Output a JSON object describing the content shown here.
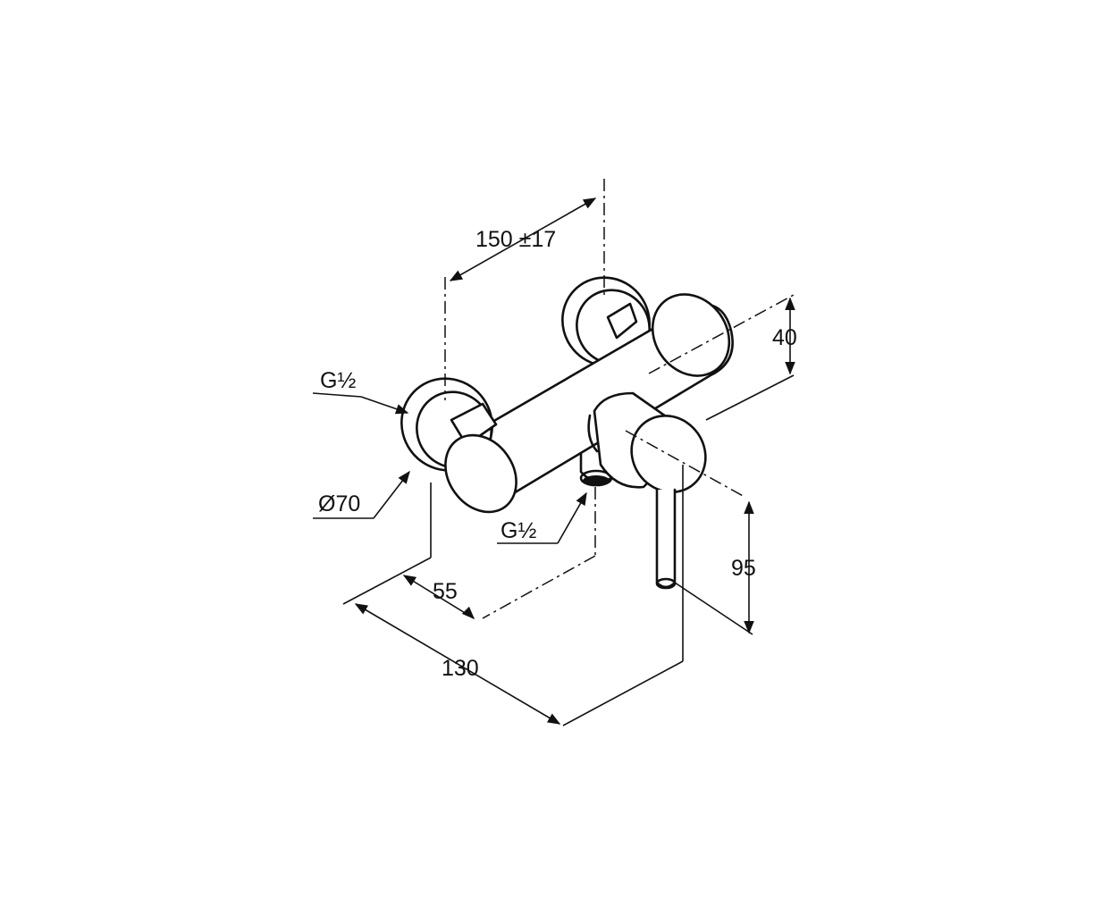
{
  "dimensions": {
    "width_tolerance": "150 ±17",
    "height_top": "40",
    "inlet_thread_left": "G½",
    "flange_diameter": "Ø70",
    "outlet_thread": "G½",
    "lever_height": "95",
    "depth_inner": "55",
    "depth_overall": "130"
  },
  "colors": {
    "line": "#111111",
    "background": "#ffffff"
  }
}
